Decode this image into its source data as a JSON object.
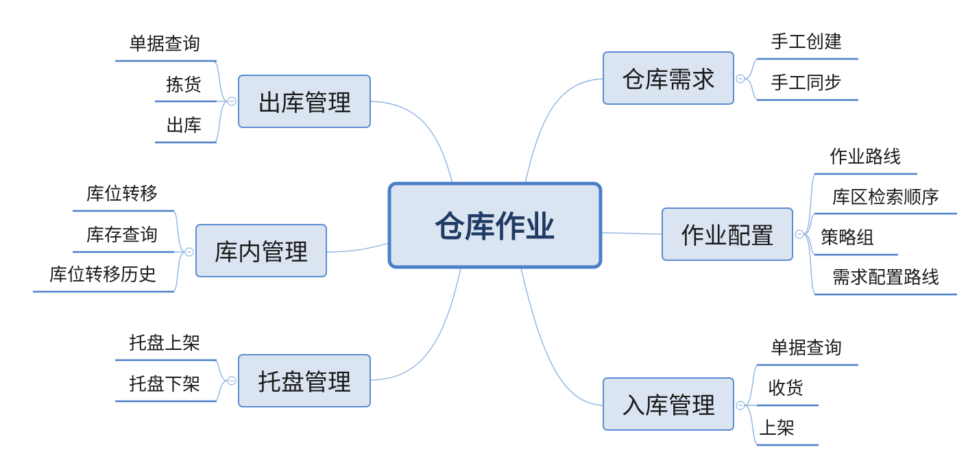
{
  "root": {
    "label": "仓库作业"
  },
  "branches": {
    "outbound": {
      "label": "出库管理",
      "leaves": [
        "单据查询",
        "拣货",
        "出库"
      ]
    },
    "inventory": {
      "label": "库内管理",
      "leaves": [
        "库位转移",
        "库存查询",
        "库位转移历史"
      ]
    },
    "pallet": {
      "label": "托盘管理",
      "leaves": [
        "托盘上架",
        "托盘下架"
      ]
    },
    "demand": {
      "label": "仓库需求",
      "leaves": [
        "手工创建",
        "手工同步"
      ]
    },
    "config": {
      "label": "作业配置",
      "leaves": [
        "作业路线",
        "库区检索顺序",
        "策略组",
        "需求配置路线"
      ]
    },
    "inbound": {
      "label": "入库管理",
      "leaves": [
        "单据查询",
        "收货",
        "上架"
      ]
    }
  },
  "colors": {
    "box_fill": "#dbe5f1",
    "box_border": "#5b8dd0",
    "line": "#4a7fc8",
    "connector": "#8eb3df"
  }
}
